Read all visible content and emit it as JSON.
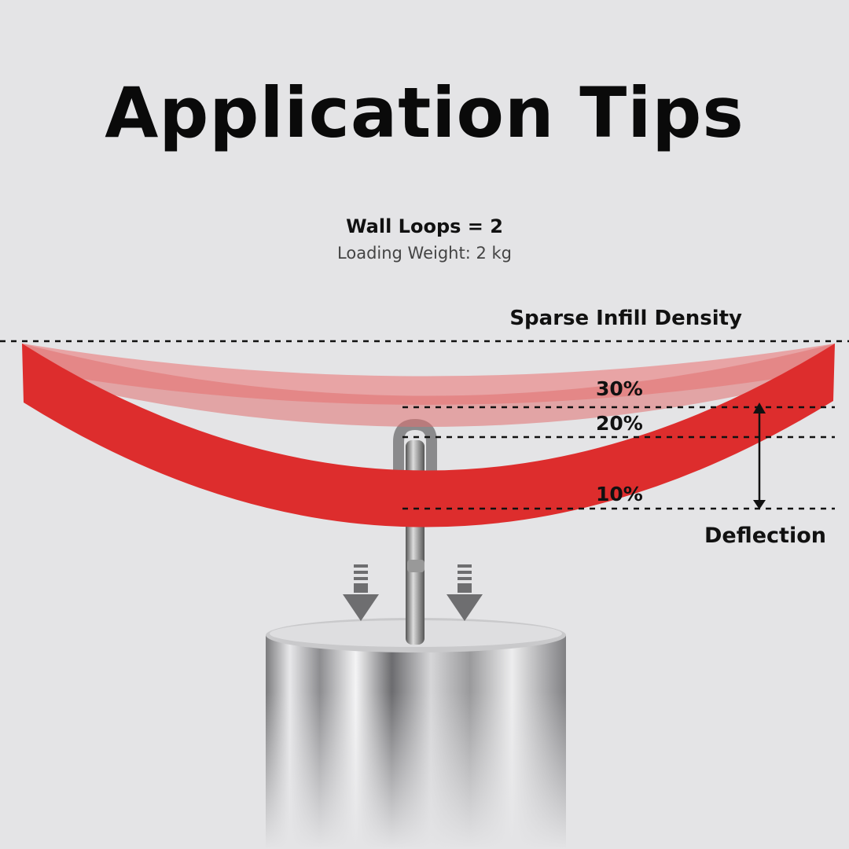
{
  "title": "Application Tips",
  "wall_loops": "Wall Loops = 2",
  "loading_weight": "Loading Weight: 2 kg",
  "density_heading": "Sparse Infill Density",
  "densities": [
    "30%",
    "20%",
    "10%"
  ],
  "deflection_label": "Deflection",
  "colors": {
    "background": "#e4e4e6",
    "beam_red": "#dd2d2d",
    "text": "#111111"
  },
  "icons": [
    "down-arrow-icon",
    "down-arrow-icon",
    "hook-icon",
    "steel-weight-icon",
    "double-arrow-icon"
  ]
}
